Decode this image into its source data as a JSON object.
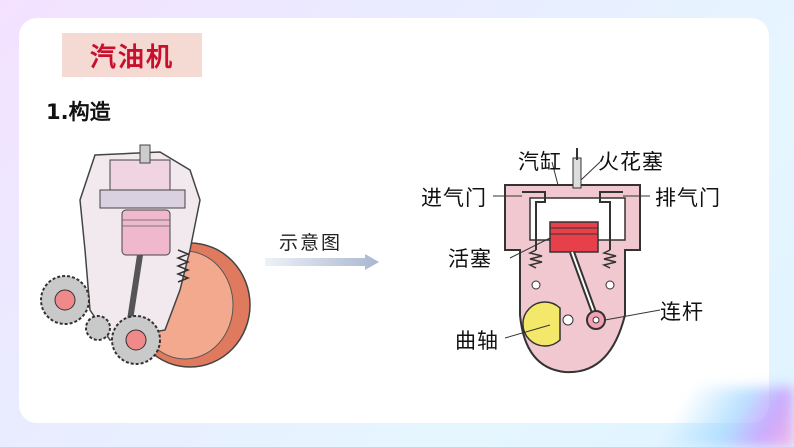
{
  "title_tag": "汽油机",
  "section_heading": "1.构造",
  "arrow_label": "示意图",
  "labels": {
    "cylinder": "汽缸",
    "spark_plug": "火花塞",
    "intake_valve": "进气门",
    "exhaust_valve": "排气门",
    "piston": "活塞",
    "connecting_rod": "连杆",
    "crankshaft": "曲轴"
  },
  "colors": {
    "title_text": "#c8102e",
    "title_bg": "#f5d9d3",
    "piston_red": "#e8404a",
    "crank_yellow": "#f4e86a",
    "diagram_pink": "#f2c8d0"
  }
}
